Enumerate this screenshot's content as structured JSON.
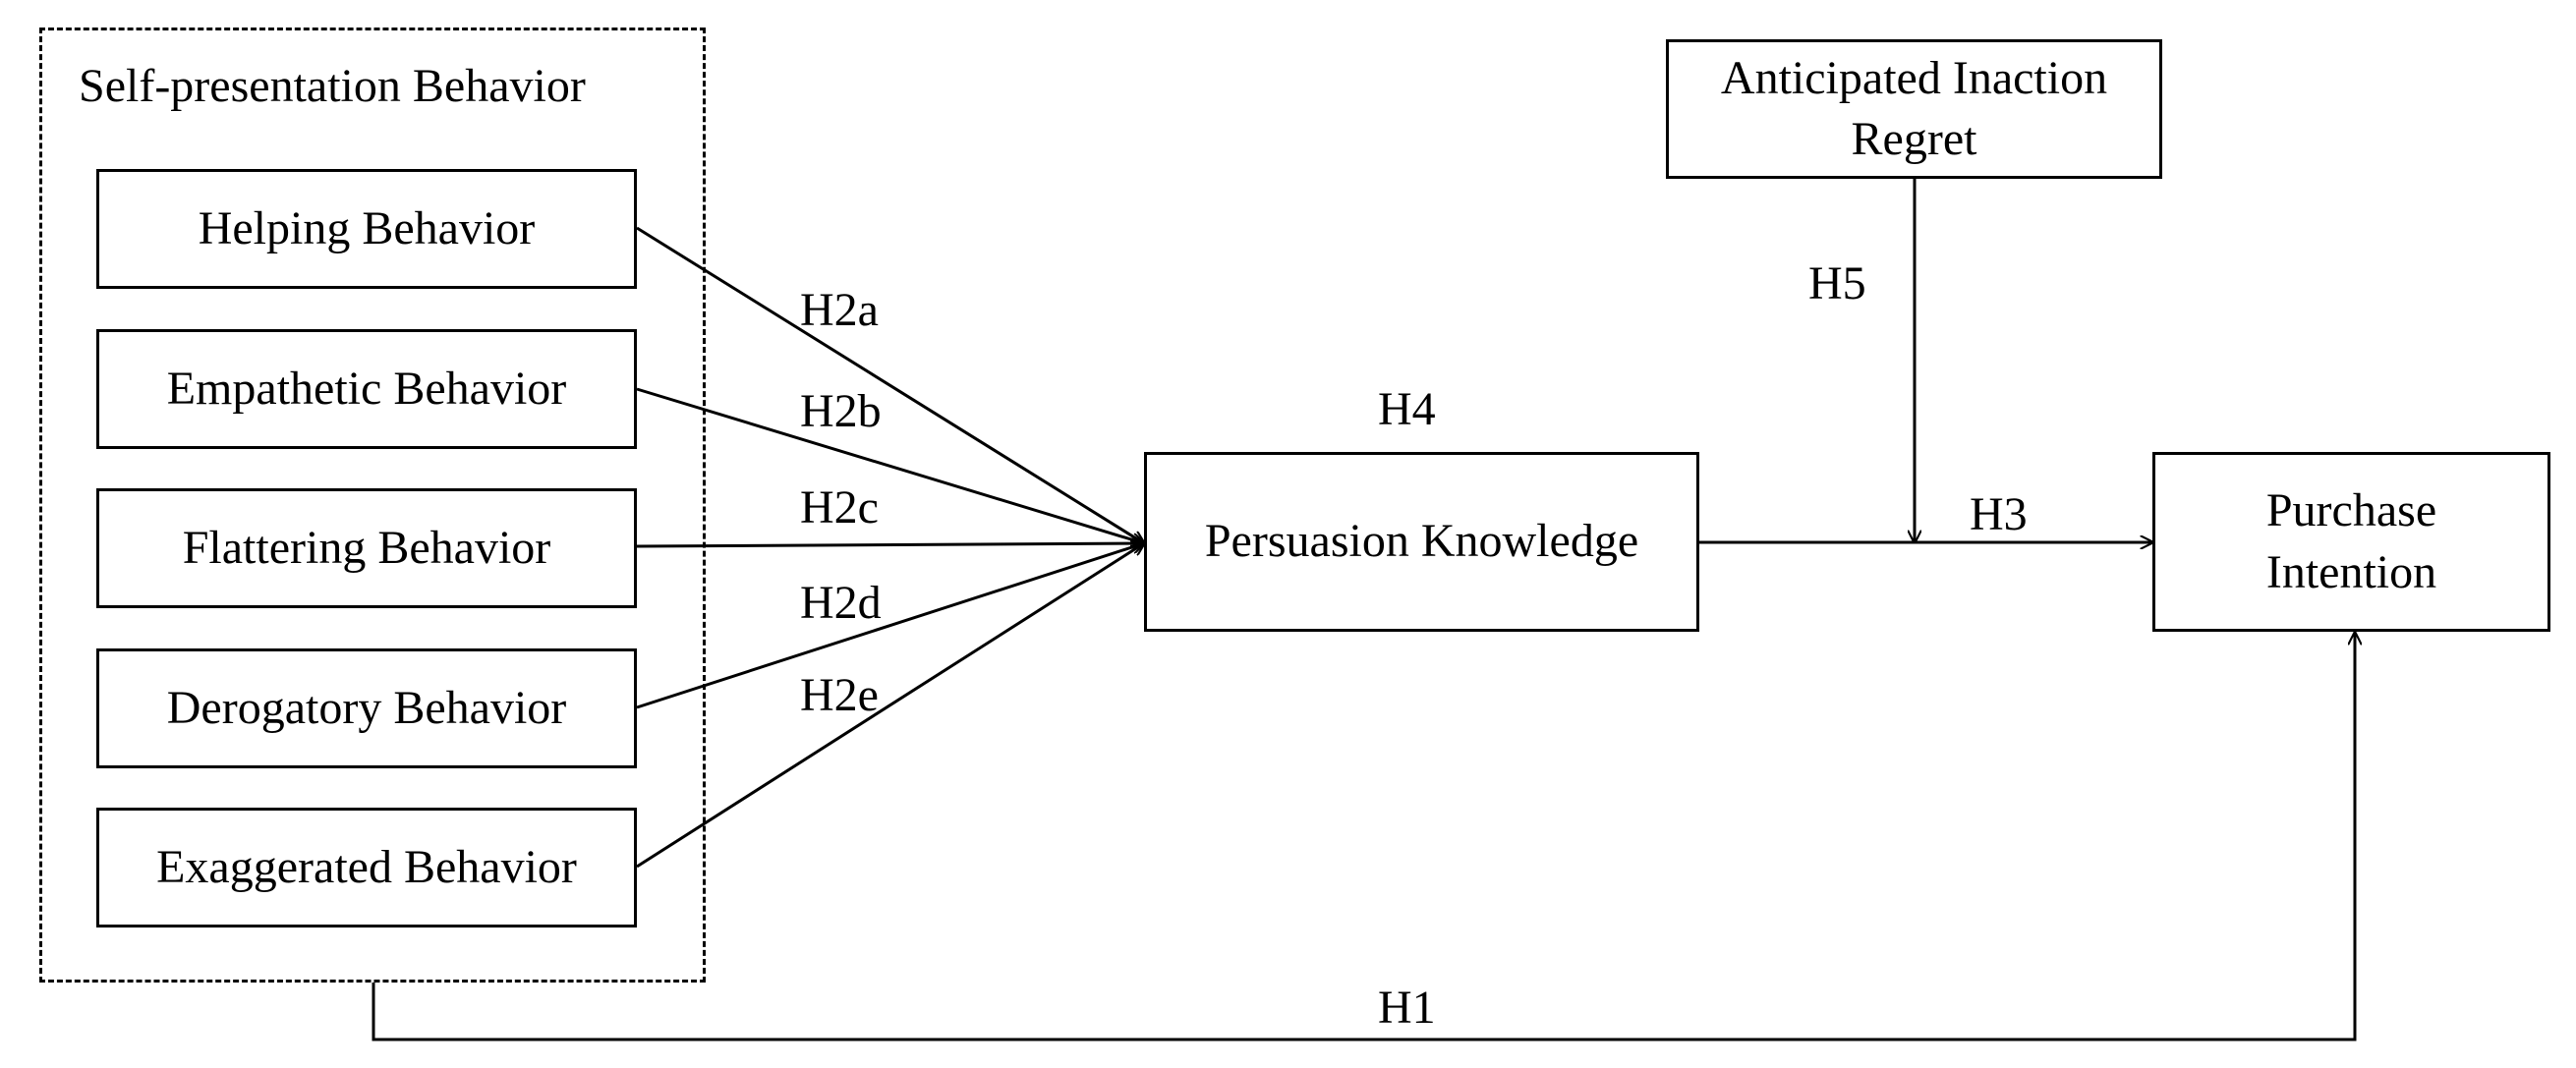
{
  "group": {
    "title": "Self-presentation Behavior"
  },
  "behaviors": [
    "Helping Behavior",
    "Empathetic Behavior",
    "Flattering Behavior",
    "Derogatory Behavior",
    "Exaggerated Behavior"
  ],
  "mediator": "Persuasion Knowledge",
  "moderator": {
    "line1": "Anticipated Inaction",
    "line2": "Regret"
  },
  "outcome": {
    "line1": "Purchase",
    "line2": "Intention"
  },
  "hypotheses": {
    "h1": "H1",
    "h2a": "H2a",
    "h2b": "H2b",
    "h2c": "H2c",
    "h2d": "H2d",
    "h2e": "H2e",
    "h3": "H3",
    "h4": "H4",
    "h5": "H5"
  }
}
